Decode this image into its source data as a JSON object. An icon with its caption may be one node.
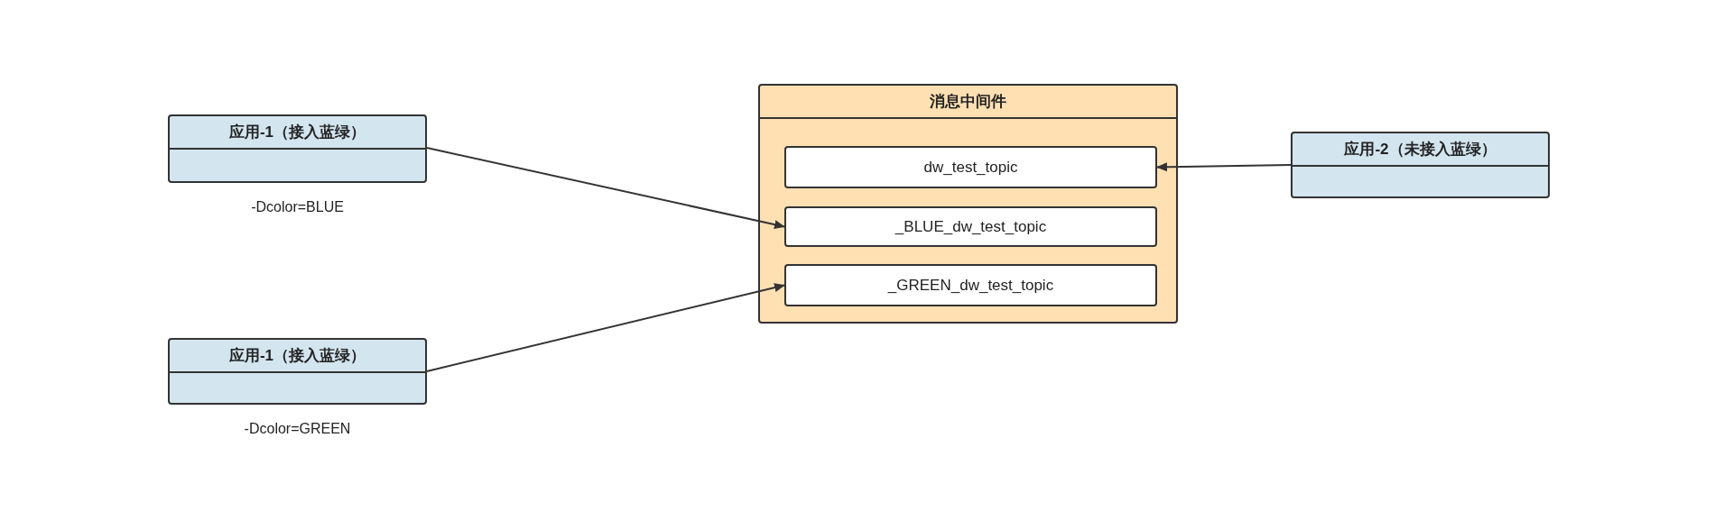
{
  "diagram": {
    "nodes": [
      {
        "text": [
          "应用-1（接入蓝绿）"
        ],
        "beside": [
          "-Dcolor=BLUE"
        ]
      },
      {
        "text": [
          "消息中间件"
        ]
      },
      {
        "text": [
          "dw_test_topic"
        ],
        "in": 1
      },
      {
        "text": [
          "_BLUE_dw_test_topic"
        ],
        "in": 1
      },
      {
        "text": [
          "_GREEN_dw_test_topic"
        ],
        "in": 1
      },
      {
        "text": [
          "应用-2（未接入蓝绿）"
        ]
      },
      {
        "text": [
          "应用-1（接入蓝绿）"
        ],
        "beside": [
          "-Dcolor=GREEN"
        ]
      }
    ],
    "edges": [
      {
        "from": 0,
        "to": 3,
        "arrow": "to"
      },
      {
        "from": 6,
        "to": 4,
        "arrow": "to"
      },
      {
        "from": 5,
        "to": 2,
        "arrow": "to"
      }
    ]
  }
}
